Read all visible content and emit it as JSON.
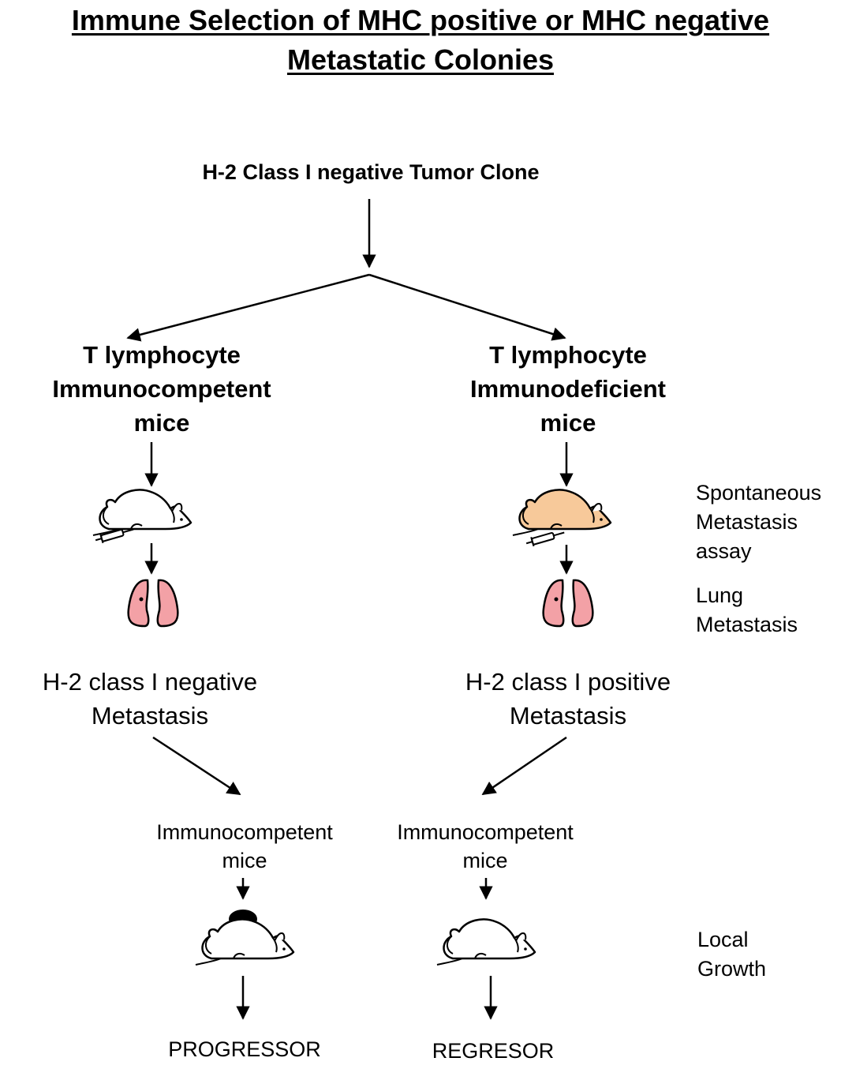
{
  "title": {
    "line1": "Immune Selection of  MHC positive or MHC negative",
    "line2": "Metastatic Colonies"
  },
  "root": "H-2 Class I negative Tumor Clone",
  "left_branch": {
    "line1": "T lymphocyte",
    "line2": "Immunocompetent",
    "line3": "mice",
    "metastasis_line1": "H-2 class I negative",
    "metastasis_line2": "Metastasis",
    "recipient_line1": "Immunocompetent",
    "recipient_line2": "mice",
    "outcome": "PROGRESSOR"
  },
  "right_branch": {
    "line1": "T lymphocyte",
    "line2": "Immunodeficient",
    "line3": "mice",
    "metastasis_line1": "H-2 class I positive",
    "metastasis_line2": "Metastasis",
    "recipient_line1": "Immunocompetent",
    "recipient_line2": "mice",
    "outcome": "REGRESOR"
  },
  "side_labels": {
    "assay_line1": "Spontaneous",
    "assay_line2": "Metastasis",
    "assay_line3": "assay",
    "lung_line1": "Lung",
    "lung_line2": "Metastasis",
    "growth_line1": "Local",
    "growth_line2": "Growth"
  },
  "colors": {
    "mouse_immunodeficient": "#f7c99a",
    "lung_fill": "#f3a1a6",
    "tumor": "#000000"
  },
  "icons": [
    "mouse-icon",
    "lung-icon",
    "tumor-mass-icon",
    "syringe-icon"
  ]
}
